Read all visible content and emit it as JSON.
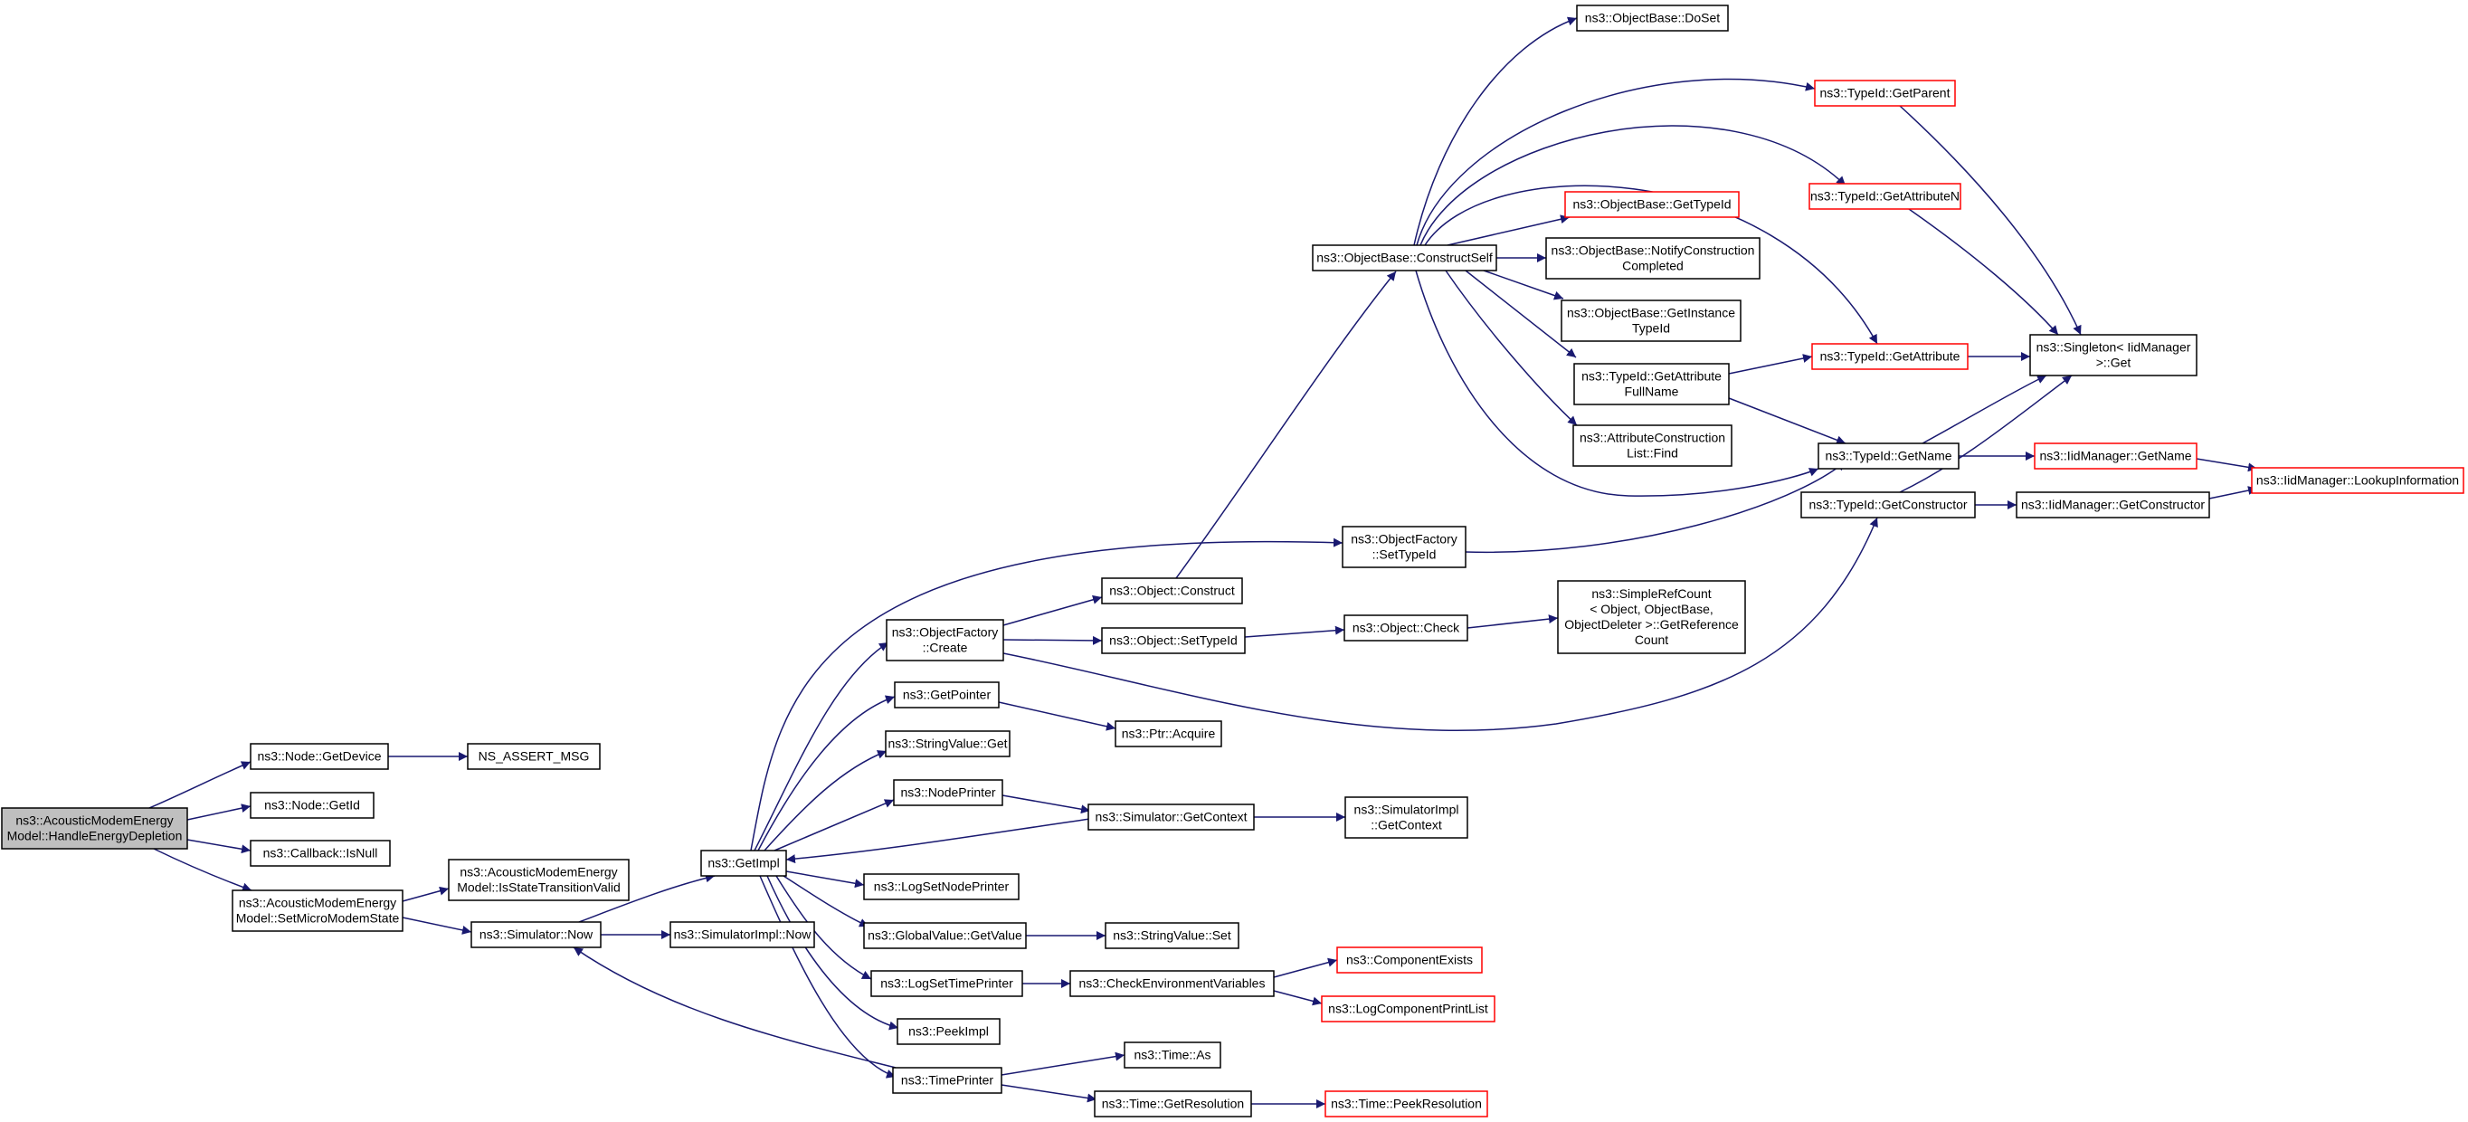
{
  "colors": {
    "edge": "#191970",
    "root_fill": "#bfbfbf",
    "external_border": "#ff0000",
    "border": "#000000"
  },
  "nodes": [
    {
      "id": "root",
      "lines": [
        "ns3::AcousticModemEnergy",
        "Model::HandleEnergyDepletion"
      ],
      "kind": "root"
    },
    {
      "id": "getdevice",
      "lines": [
        "ns3::Node::GetDevice"
      ]
    },
    {
      "id": "assert",
      "lines": [
        "NS_ASSERT_MSG"
      ]
    },
    {
      "id": "getid",
      "lines": [
        "ns3::Node::GetId"
      ]
    },
    {
      "id": "isnull",
      "lines": [
        "ns3::Callback::IsNull"
      ]
    },
    {
      "id": "setmicro",
      "lines": [
        "ns3::AcousticModemEnergy",
        "Model::SetMicroModemState"
      ]
    },
    {
      "id": "istrans",
      "lines": [
        "ns3::AcousticModemEnergy",
        "Model::IsStateTransitionValid"
      ]
    },
    {
      "id": "simnow",
      "lines": [
        "ns3::Simulator::Now"
      ]
    },
    {
      "id": "simimplnow",
      "lines": [
        "ns3::SimulatorImpl::Now"
      ]
    },
    {
      "id": "getimpl",
      "lines": [
        "ns3::GetImpl"
      ]
    },
    {
      "id": "ofcreate",
      "lines": [
        "ns3::ObjectFactory",
        "::Create"
      ]
    },
    {
      "id": "getpointer",
      "lines": [
        "ns3::GetPointer"
      ]
    },
    {
      "id": "svget",
      "lines": [
        "ns3::StringValue::Get"
      ]
    },
    {
      "id": "nodeprinter",
      "lines": [
        "ns3::NodePrinter"
      ]
    },
    {
      "id": "logsetnode",
      "lines": [
        "ns3::LogSetNodePrinter"
      ]
    },
    {
      "id": "gvgetvalue",
      "lines": [
        "ns3::GlobalValue::GetValue"
      ]
    },
    {
      "id": "logsettime",
      "lines": [
        "ns3::LogSetTimePrinter"
      ]
    },
    {
      "id": "peekimpl",
      "lines": [
        "ns3::PeekImpl"
      ]
    },
    {
      "id": "timeprinter",
      "lines": [
        "ns3::TimePrinter"
      ]
    },
    {
      "id": "objconstruct",
      "lines": [
        "ns3::Object::Construct"
      ]
    },
    {
      "id": "objsettypeid",
      "lines": [
        "ns3::Object::SetTypeId"
      ]
    },
    {
      "id": "ptracquire",
      "lines": [
        "ns3::Ptr::Acquire"
      ]
    },
    {
      "id": "simgetcontext",
      "lines": [
        "ns3::Simulator::GetContext"
      ]
    },
    {
      "id": "svset",
      "lines": [
        "ns3::StringValue::Set"
      ]
    },
    {
      "id": "checkenv",
      "lines": [
        "ns3::CheckEnvironmentVariables"
      ]
    },
    {
      "id": "timeas",
      "lines": [
        "ns3::Time::As"
      ]
    },
    {
      "id": "timegetres",
      "lines": [
        "ns3::Time::GetResolution"
      ]
    },
    {
      "id": "objcheck",
      "lines": [
        "ns3::Object::Check"
      ]
    },
    {
      "id": "ofsettypeid",
      "lines": [
        "ns3::ObjectFactory",
        "::SetTypeId"
      ]
    },
    {
      "id": "simimplctx",
      "lines": [
        "ns3::SimulatorImpl",
        "::GetContext"
      ]
    },
    {
      "id": "compexists",
      "lines": [
        "ns3::ComponentExists"
      ],
      "kind": "ext"
    },
    {
      "id": "logcompprint",
      "lines": [
        "ns3::LogComponentPrintList"
      ],
      "kind": "ext"
    },
    {
      "id": "timepeekres",
      "lines": [
        "ns3::Time::PeekResolution"
      ],
      "kind": "ext"
    },
    {
      "id": "obconstructself",
      "lines": [
        "ns3::ObjectBase::ConstructSelf"
      ]
    },
    {
      "id": "simplerefcount",
      "lines": [
        "ns3::SimpleRefCount",
        "< Object, ObjectBase,",
        "ObjectDeleter >::GetReference",
        "Count"
      ]
    },
    {
      "id": "obdoset",
      "lines": [
        "ns3::ObjectBase::DoSet"
      ]
    },
    {
      "id": "obgettypeid",
      "lines": [
        "ns3::ObjectBase::GetTypeId"
      ],
      "kind": "ext"
    },
    {
      "id": "obnotify",
      "lines": [
        "ns3::ObjectBase::NotifyConstruction",
        "Completed"
      ]
    },
    {
      "id": "obgetinst",
      "lines": [
        "ns3::ObjectBase::GetInstance",
        "TypeId"
      ]
    },
    {
      "id": "tidgetattrfull",
      "lines": [
        "ns3::TypeId::GetAttribute",
        "FullName"
      ]
    },
    {
      "id": "acfind",
      "lines": [
        "ns3::AttributeConstruction",
        "List::Find"
      ]
    },
    {
      "id": "tidgetparent",
      "lines": [
        "ns3::TypeId::GetParent"
      ],
      "kind": "ext"
    },
    {
      "id": "tidgetattrn",
      "lines": [
        "ns3::TypeId::GetAttributeN"
      ],
      "kind": "ext"
    },
    {
      "id": "tidgetattr",
      "lines": [
        "ns3::TypeId::GetAttribute"
      ],
      "kind": "ext"
    },
    {
      "id": "tidgetname",
      "lines": [
        "ns3::TypeId::GetName"
      ]
    },
    {
      "id": "tidgetctor",
      "lines": [
        "ns3::TypeId::GetConstructor"
      ]
    },
    {
      "id": "singleton",
      "lines": [
        "ns3::Singleton< IidManager",
        ">::Get"
      ]
    },
    {
      "id": "iidgetname",
      "lines": [
        "ns3::IidManager::GetName"
      ],
      "kind": "ext"
    },
    {
      "id": "iidgetctor",
      "lines": [
        "ns3::IidManager::GetConstructor"
      ]
    },
    {
      "id": "iidlookup",
      "lines": [
        "ns3::IidManager::LookupInformation"
      ],
      "kind": "ext"
    }
  ]
}
